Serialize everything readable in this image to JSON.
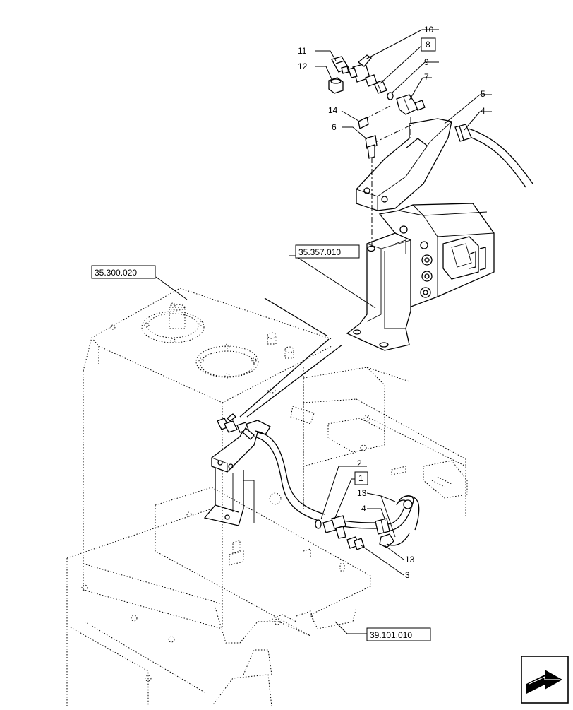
{
  "callouts": {
    "c1": "1",
    "c2": "2",
    "c3": "3",
    "c4a": "4",
    "c4b": "4",
    "c5": "5",
    "c6": "6",
    "c7": "7",
    "c8": "8",
    "c9": "9",
    "c10": "10",
    "c11": "11",
    "c12": "12",
    "c13a": "13",
    "c13b": "13",
    "c14": "14"
  },
  "refs": {
    "tank": "35.300.020",
    "valve": "35.357.010",
    "frame": "39.101.010"
  },
  "icons": {
    "nav": "next-page-arrow-icon"
  }
}
